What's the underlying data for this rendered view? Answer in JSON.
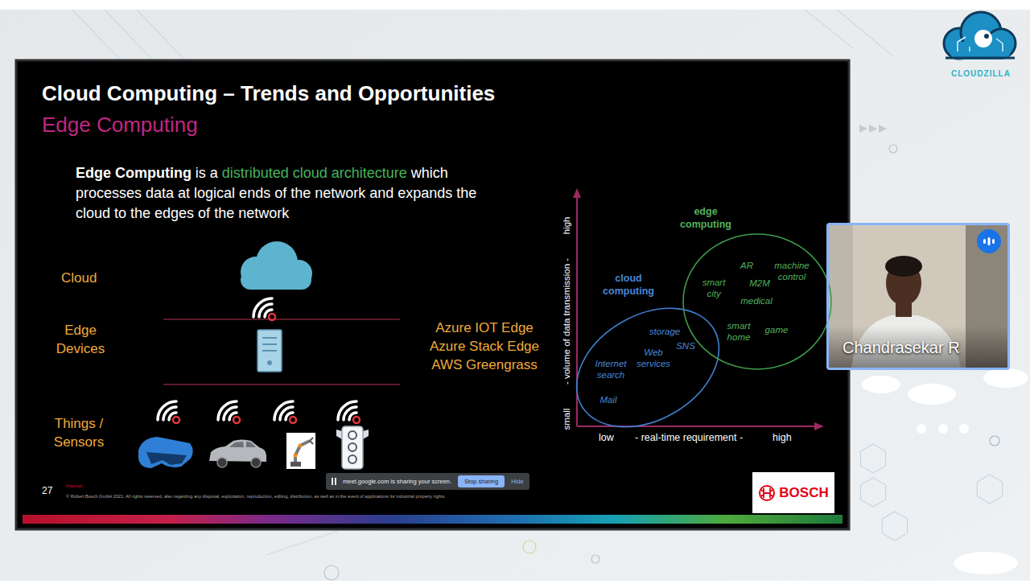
{
  "diagram": {
    "title": "Cloud Computing – Trends and Opportunities",
    "nodes": [
      {
        "text": [
          "cloud computing",
          "storage",
          "SNS",
          "Web services",
          "Internet search",
          "Mail"
        ]
      },
      {
        "text": [
          "edge computing",
          "AR",
          "machine control",
          "smart city",
          "M2M",
          "medical",
          "smart home",
          "game"
        ]
      },
      {
        "text": [
          "Chandrasekar R"
        ]
      },
      {
        "text": [
          "meet.google.com is sharing your screen.",
          "Hide"
        ]
      },
      {
        "text": [
          "Stop sharing"
        ],
        "in": 3
      },
      {
        "text": [
          "BOSCH"
        ]
      }
    ],
    "labels": [
      "Edge Computing",
      "Edge Computing",
      "is a",
      "distributed cloud architecture",
      "which processes data at logical ends of the network and expands the cloud to the edges of the network",
      "Cloud",
      "Edge Devices",
      "Things / Sensors",
      "Azure IOT Edge",
      "Azure Stack Edge",
      "AWS Greengrass",
      "small",
      "- volume of data transmission -",
      "high",
      "low",
      "- real-time requirement -",
      "high",
      "27",
      "Internal",
      "© Robert Bosch GmbH 2021. All rights reserved, also regarding any disposal, exploitation, reproduction, editing, distribution, as well as in the event of applications for industrial property rights.",
      "CLOUDZILLA"
    ]
  }
}
